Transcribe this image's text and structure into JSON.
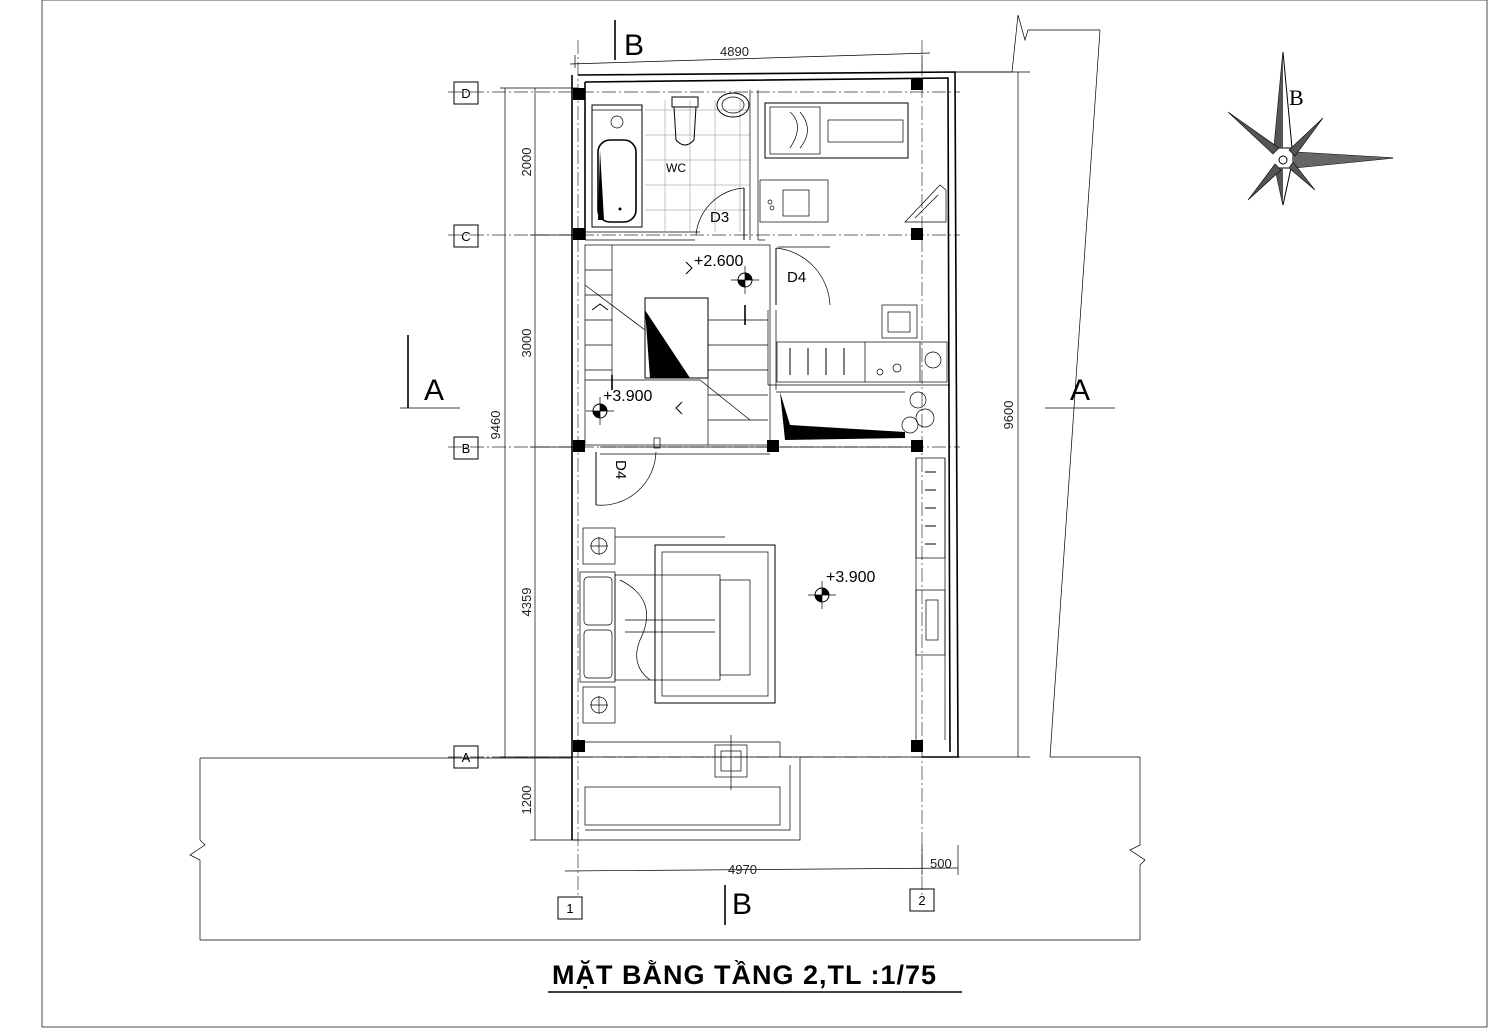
{
  "drawing": {
    "title": "MẶT BẰNG TẦNG 2,TL :1/75",
    "north_label": "B",
    "section_marks": {
      "vertical": "B",
      "horizontal": "A"
    },
    "axes": {
      "rows": [
        "D",
        "C",
        "B",
        "A"
      ],
      "columns": [
        "1",
        "2"
      ]
    },
    "dimensions": {
      "top_width": "4890",
      "bottom_width": "4970",
      "bottom_overhang": "500",
      "left_total": "9460",
      "right_total": "9600",
      "left_spans": [
        "2000",
        "3000",
        "4359",
        "1200"
      ]
    },
    "rooms": {
      "wc": "WC"
    },
    "doors": {
      "d3": "D3",
      "d4_upper": "D4",
      "d4_lower": "D4"
    },
    "levels": {
      "stair_landing": "+2.600",
      "hall": "+3.900",
      "bedroom": "+3.900"
    }
  }
}
